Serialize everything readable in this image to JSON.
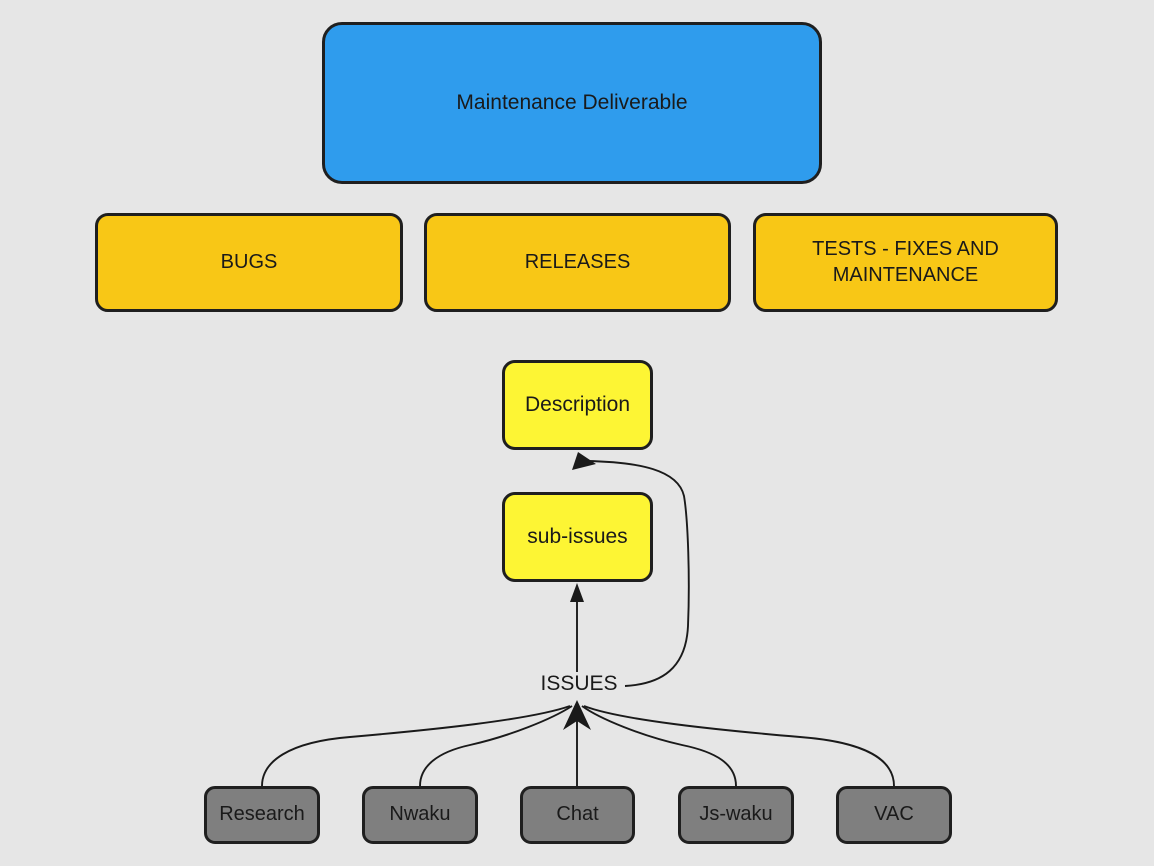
{
  "diagram": {
    "title_node": {
      "label": "Maintenance Deliverable"
    },
    "categories": [
      {
        "label": "BUGS"
      },
      {
        "label": "RELEASES"
      },
      {
        "label": "TESTS - FIXES AND\nMAINTENANCE"
      }
    ],
    "artifacts": [
      {
        "label": "Description"
      },
      {
        "label": "sub-issues"
      }
    ],
    "connector_label": {
      "label": "ISSUES"
    },
    "sources": [
      {
        "label": "Research"
      },
      {
        "label": "Nwaku"
      },
      {
        "label": "Chat"
      },
      {
        "label": "Js-waku"
      },
      {
        "label": "VAC"
      }
    ],
    "colors": {
      "background": "#e6e6e6",
      "deliverable": "#2f9ced",
      "category": "#f8c716",
      "artifact": "#fdf534",
      "source": "#7f7f7f",
      "outline": "#1f1f1f",
      "text": "#1a1a1a"
    }
  }
}
